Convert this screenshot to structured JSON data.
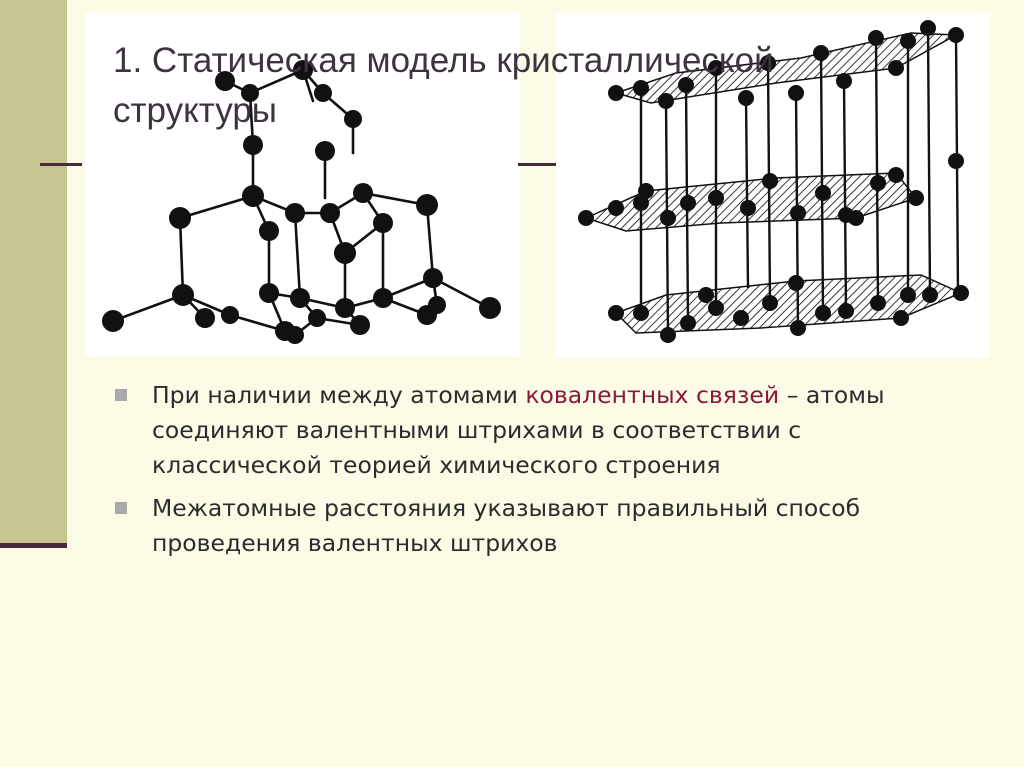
{
  "title": {
    "line1": "1. Статическая модель кристаллической",
    "line2": "структуры"
  },
  "bullets": [
    {
      "before": "При наличии между атомами ",
      "highlight": "ковалентных связей",
      "after": " – атомы соединяют валентными штрихами в соответствии с классической теорией химического строения"
    },
    {
      "text": "Межатомные расстояния указывают правильный способ проведения валентных штрихов"
    }
  ],
  "colors": {
    "background": "#fcfbe6",
    "side_bar": "#c8c690",
    "rule": "#4a2a3a",
    "title_text": "#3d3440",
    "body_text": "#2c2c2c",
    "highlight_text": "#8a1a3a",
    "bullet_marker": "#a9a9a9"
  },
  "images": {
    "left": "diamond-crystal-lattice",
    "right": "graphite-layered-lattice"
  }
}
